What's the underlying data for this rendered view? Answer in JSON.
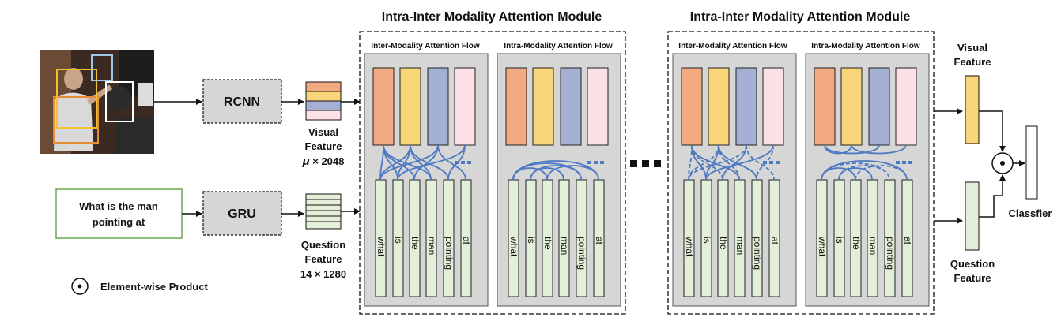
{
  "module_title": "Intra-Inter Modality Attention Module",
  "inter_flow_label": "Inter-Modality Attention Flow",
  "intra_flow_label": "Intra-Modality Attention Flow",
  "rcnn_label": "RCNN",
  "gru_label": "GRU",
  "question_text": [
    "What is the man",
    "pointing at"
  ],
  "visual_feature_label": [
    "Visual",
    "Feature"
  ],
  "visual_feature_dim_mu": "μ",
  "visual_feature_dim_rest": " × 2048",
  "question_feature_label": [
    "Question",
    "Feature"
  ],
  "question_feature_dim": "14 × 1280",
  "words": [
    "what",
    "is",
    "the",
    "man",
    "pointing",
    "at"
  ],
  "right_visual_label": [
    "Visual",
    "Feature"
  ],
  "right_question_label": [
    "Question",
    "Feature"
  ],
  "classifier_label": "Classfier",
  "legend_label": "Element-wise Product",
  "colors": {
    "orange": "#f2ab80",
    "yellow": "#f9d57a",
    "blue": "#a3b0d4",
    "pink": "#fbe0e5",
    "green": "#e3efd9",
    "grey_panel": "#d6d6d6",
    "arrow_blue": "#4d78c2",
    "photo_box_orange": "#e78b36",
    "photo_box_yellow": "#f1c232",
    "photo_box_blue": "#9fc5e8",
    "photo_box_white": "#ffffff"
  }
}
